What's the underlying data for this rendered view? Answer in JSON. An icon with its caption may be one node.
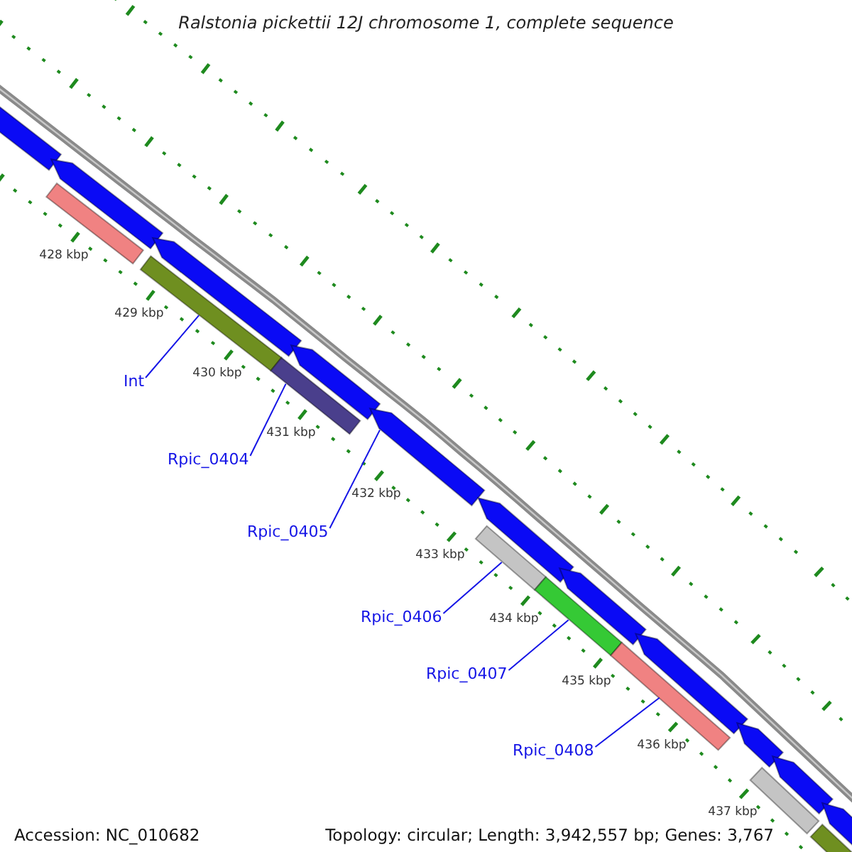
{
  "diagram": {
    "title": "Ralstonia pickettii 12J chromosome 1, complete sequence",
    "nodes": [
      {
        "text": [
          "Int"
        ]
      },
      {
        "text": [
          "Rpic_0404"
        ]
      },
      {
        "text": [
          "Rpic_0405"
        ]
      },
      {
        "text": [
          "Rpic_0406"
        ]
      },
      {
        "text": [
          "Rpic_0407"
        ]
      },
      {
        "text": [
          "Rpic_0408"
        ]
      },
      {
        "text": [],
        "shape": "arrow"
      },
      {
        "text": [],
        "shape": "arrow"
      },
      {
        "text": [],
        "shape": "bar"
      },
      {
        "text": [],
        "shape": "bar"
      },
      {
        "text": [],
        "shape": "arrow"
      },
      {
        "text": [],
        "shape": "bar"
      },
      {
        "text": [],
        "shape": "arrow"
      },
      {
        "text": [],
        "shape": "arrow"
      },
      {
        "text": [],
        "shape": "arrow"
      },
      {
        "text": [],
        "shape": "bar"
      },
      {
        "text": [],
        "shape": "bar"
      },
      {
        "text": [],
        "shape": "arrow"
      },
      {
        "text": [],
        "shape": "bar"
      },
      {
        "text": [],
        "shape": "arrow"
      },
      {
        "text": [],
        "shape": "arrow"
      },
      {
        "text": [],
        "shape": "bar"
      },
      {
        "text": [],
        "shape": "arrow"
      },
      {
        "text": [],
        "shape": "arrow"
      },
      {
        "text": [],
        "shape": "bar"
      }
    ],
    "edges": [
      {
        "from": 0,
        "to": 9,
        "arrow": "none"
      },
      {
        "from": 1,
        "to": 11,
        "arrow": "none"
      },
      {
        "from": 2,
        "to": 13,
        "arrow": "none"
      },
      {
        "from": 3,
        "to": 15,
        "arrow": "none"
      },
      {
        "from": 4,
        "to": 16,
        "arrow": "none"
      },
      {
        "from": 5,
        "to": 18,
        "arrow": "none"
      }
    ],
    "labels": [
      "428 kbp",
      "429 kbp",
      "430 kbp",
      "431 kbp",
      "432 kbp",
      "433 kbp",
      "434 kbp",
      "435 kbp",
      "436 kbp",
      "437 kbp",
      "Accession: NC_010682",
      "Topology: circular; Length: 3,942,557 bp; Genes: 3,767"
    ]
  }
}
